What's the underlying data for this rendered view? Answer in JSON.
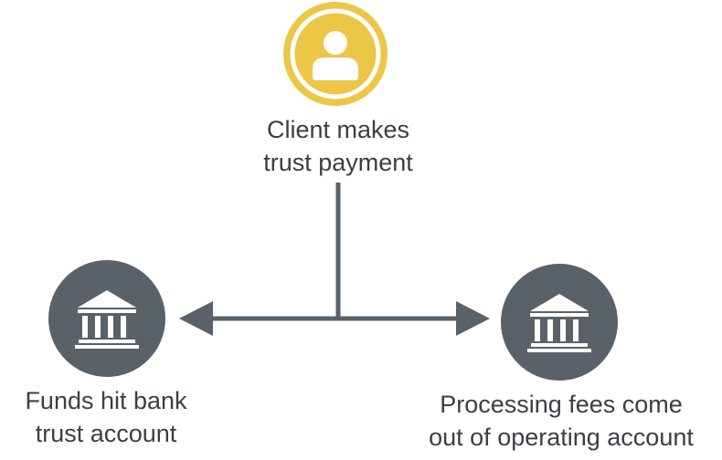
{
  "nodes": {
    "client": {
      "icon": "person-icon",
      "color": "#ecc646",
      "label_lines": [
        "Client makes",
        "trust payment"
      ]
    },
    "bank": {
      "icon": "bank-icon",
      "color": "#5a6168",
      "label_lines": [
        "Funds hit bank",
        "trust account"
      ]
    },
    "fees": {
      "icon": "bank-icon",
      "color": "#5a6168",
      "label_lines": [
        "Processing fees come",
        "out of operating account"
      ]
    }
  },
  "connector_color": "#5a6168",
  "text_color": "#3a3f46"
}
